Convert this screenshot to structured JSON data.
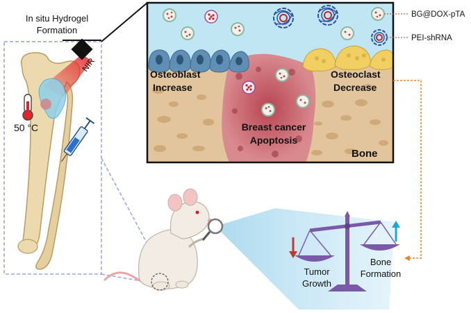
{
  "left_panel": {
    "title_line1": "In situ Hydrogel",
    "title_line2": "Formation",
    "laser_label": "NIR",
    "temperature_label": "50 °C"
  },
  "inset": {
    "osteoblast_line1": "Osteoblast",
    "osteoblast_line2": "Increase",
    "osteoclast_line1": "Osteoclast",
    "osteoclast_line2": "Decrease",
    "cancer_line1": "Breast cancer",
    "cancer_line2": "Apoptosis",
    "bone_label": "Bone"
  },
  "legend": {
    "nanoparticle_label": "BG@DOX-pTA",
    "polyplex_label": "PEI-shRNA"
  },
  "balance": {
    "left_line1": "Tumor",
    "left_line2": "Growth",
    "right_line1": "Bone",
    "right_line2": "Formation",
    "down_arrow_color": "#c0392b",
    "up_arrow_color": "#1aa7d8"
  },
  "colors": {
    "medium": "#bfe6f2",
    "bone_tissue": "#e2c59c",
    "tumor": "#c0505a",
    "osteoblast": "#5f8fb5",
    "osteoclast": "#f2cf62",
    "hydrogel": "#8fd0ea",
    "laser": "#e0262b"
  }
}
